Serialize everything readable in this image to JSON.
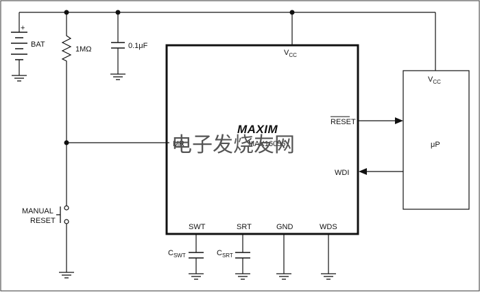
{
  "chip": {
    "logo": "MAXIM",
    "part": "MAX16056",
    "vcc": "V",
    "vcc_sub": "CC",
    "mr": "MR",
    "reset": "RESET",
    "wdi": "WDI",
    "swt": "SWT",
    "srt": "SRT",
    "gnd": "GND",
    "wds": "WDS"
  },
  "battery": {
    "plus": "+",
    "label": "BAT"
  },
  "resistor": {
    "label": "1MΩ"
  },
  "capacitor": {
    "label": "0.1μF"
  },
  "manual_reset": {
    "line1": "MANUAL",
    "line2": "RESET"
  },
  "cswt": {
    "label": "C",
    "sub": "SWT"
  },
  "csrt": {
    "label": "C",
    "sub": "SRT"
  },
  "micro": {
    "label": "μP",
    "vcc": "V",
    "vcc_sub": "CC"
  },
  "watermark": "电子发烧友网"
}
